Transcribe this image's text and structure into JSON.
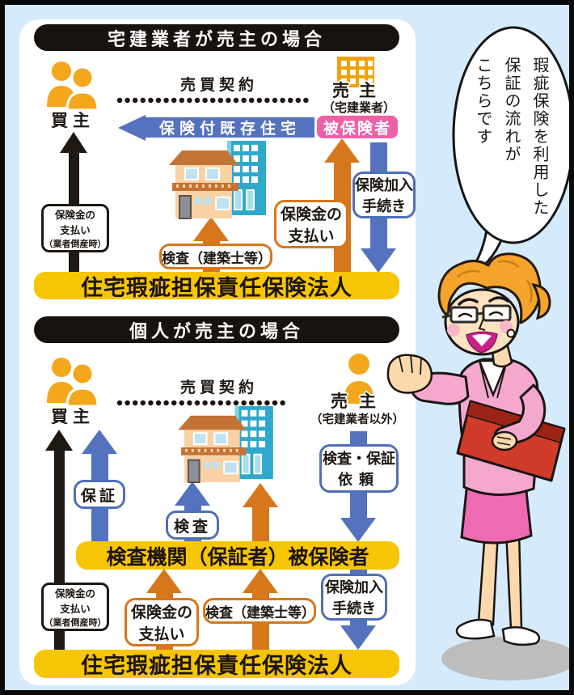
{
  "bubble": {
    "line1": "瑕疵保険を利用した",
    "line2": "保証の流れが",
    "line3": "こちらです"
  },
  "panel1": {
    "title": "宅建業者が売主の場合",
    "buyer": "買主",
    "contract": "売買契約",
    "seller": "売主",
    "seller_note": "（宅建業者）",
    "insured_badge": "被保険者",
    "house_arrow": "保険付既存住宅",
    "bankruptcy_line1": "保険金の",
    "bankruptcy_line2": "支払い",
    "bankruptcy_line3": "（業者倒産時）",
    "inspection": "検査（建築士等）",
    "payment_line1": "保険金の",
    "payment_line2": "支払い",
    "enroll_line1": "保険加入",
    "enroll_line2": "手続き",
    "insurer": "住宅瑕疵担保責任保険法人"
  },
  "panel2": {
    "title": "個人が売主の場合",
    "buyer": "買主",
    "contract": "売買契約",
    "seller": "売主",
    "seller_note": "（宅建業者以外）",
    "guarantee": "保証",
    "inspection_short": "検査",
    "request_line1": "検査・保証",
    "request_line2": "依頼",
    "agency_bar": "検査機関（保証者）被保険者",
    "bankruptcy_line1": "保険金の",
    "bankruptcy_line2": "支払い",
    "bankruptcy_line3": "（業者倒産時）",
    "payment_line1": "保険金の",
    "payment_line2": "支払い",
    "inspection": "検査（建築士等）",
    "enroll_line1": "保険加入",
    "enroll_line2": "手続き",
    "insurer": "住宅瑕疵担保責任保険法人"
  },
  "colors": {
    "background": "#d5eafa",
    "panel": "#ffffff",
    "title_bg": "#191310",
    "yellow_bar": "#f6c504",
    "blue": "#5472bd",
    "orange": "#d6771c",
    "black": "#1f1813",
    "pink_badge": "#ed61a6",
    "icon_orange": "#f3a71c"
  }
}
